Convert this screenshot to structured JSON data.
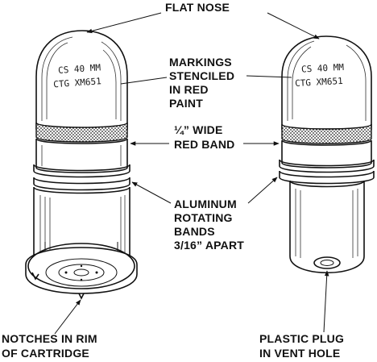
{
  "labels": {
    "flat_nose": "FLAT NOSE",
    "markings": [
      "MARKINGS",
      "STENCILED",
      "IN RED",
      "PAINT"
    ],
    "red_band": [
      "¼” WIDE",
      "RED BAND"
    ],
    "aluminum": [
      "ALUMINUM",
      "ROTATING",
      "BANDS",
      "3/16” APART"
    ],
    "notches": [
      "NOTCHES IN RIM",
      "OF CARTRIDGE"
    ],
    "plastic_plug": [
      "PLASTIC PLUG",
      "IN VENT HOLE"
    ]
  },
  "left_round": {
    "stencil_line1": "CS 40 MM",
    "stencil_line2": "CTG XM651"
  },
  "right_round": {
    "stencil_line1": "CS 40 MM",
    "stencil_line2": "CTG XM651"
  },
  "colors": {
    "ink": "#111111",
    "background": "#ffffff"
  }
}
